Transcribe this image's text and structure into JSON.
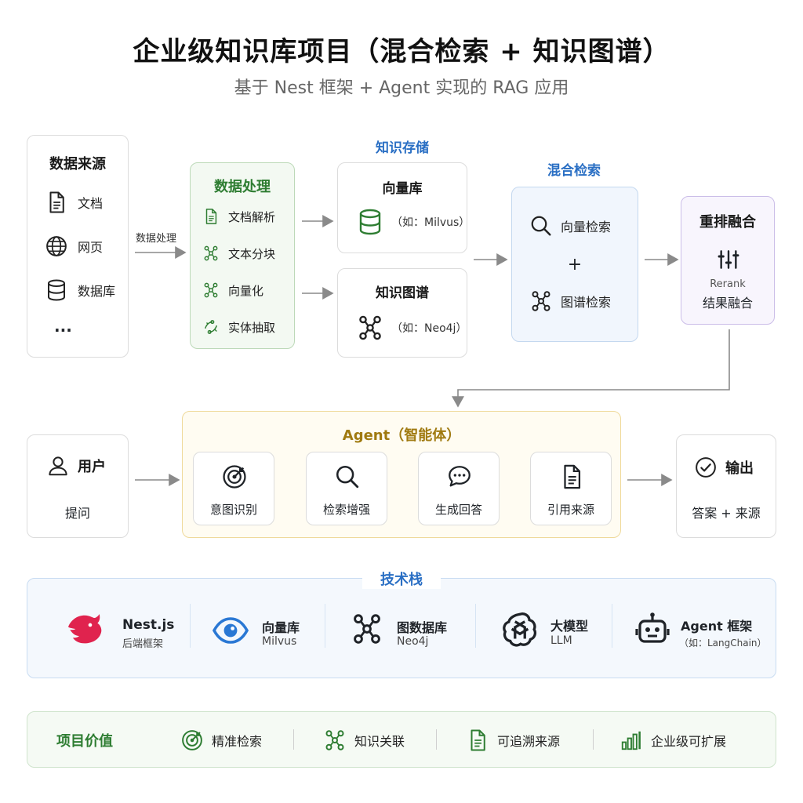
{
  "header": {
    "title": "企业级知识库项目（混合检索 + 知识图谱）",
    "subtitle": "基于 Nest 框架 + Agent 实现的 RAG 应用"
  },
  "sources": {
    "title": "数据来源",
    "items": [
      {
        "label": "文档",
        "icon": "document-icon"
      },
      {
        "label": "网页",
        "icon": "globe-icon"
      },
      {
        "label": "数据库",
        "icon": "database-icon"
      }
    ],
    "more": "···"
  },
  "arrow_label": "数据处理",
  "processing": {
    "title": "数据处理",
    "items": [
      {
        "label": "文档解析",
        "icon": "document-icon"
      },
      {
        "label": "文本分块",
        "icon": "nodes-icon"
      },
      {
        "label": "向量化",
        "icon": "nodes-icon"
      },
      {
        "label": "实体抽取",
        "icon": "extract-icon"
      }
    ]
  },
  "storage": {
    "section": "知识存储",
    "vector": {
      "title": "向量库",
      "note": "（如：Milvus）"
    },
    "graph": {
      "title": "知识图谱",
      "note": "（如：Neo4j）"
    }
  },
  "hybrid": {
    "section": "混合检索",
    "vector_search": "向量检索",
    "plus": "+",
    "graph_search": "图谱检索"
  },
  "rerank": {
    "title": "重排融合",
    "en": "Rerank",
    "desc": "结果融合"
  },
  "user": {
    "title": "用户",
    "desc": "提问"
  },
  "agent": {
    "title": "Agent（智能体）",
    "steps": [
      {
        "label": "意图识别",
        "icon": "target-icon"
      },
      {
        "label": "检索增强",
        "icon": "search-icon"
      },
      {
        "label": "生成回答",
        "icon": "chat-icon"
      },
      {
        "label": "引用来源",
        "icon": "document-icon"
      }
    ]
  },
  "output": {
    "title": "输出",
    "desc": "答案 + 来源"
  },
  "tech": {
    "section": "技术栈",
    "items": [
      {
        "name": "Nest.js",
        "sub": "后端框架",
        "icon": "nest-logo-icon"
      },
      {
        "name": "向量库",
        "sub": "Milvus",
        "icon": "eye-icon"
      },
      {
        "name": "图数据库",
        "sub": "Neo4j",
        "icon": "nodes-icon"
      },
      {
        "name": "大模型",
        "sub": "LLM",
        "icon": "llm-logo-icon"
      },
      {
        "name": "Agent 框架",
        "sub": "（如：LangChain）",
        "icon": "robot-icon"
      }
    ]
  },
  "value": {
    "title": "项目价值",
    "items": [
      {
        "label": "精准检索",
        "icon": "target-icon"
      },
      {
        "label": "知识关联",
        "icon": "nodes-icon"
      },
      {
        "label": "可追溯来源",
        "icon": "document-icon"
      },
      {
        "label": "企业级可扩展",
        "icon": "bar-chart-icon"
      }
    ]
  },
  "colors": {
    "green_accent": "#2e7d32",
    "blue_accent": "#2a6fc4",
    "gold_accent": "#a07a10",
    "purple_border": "#cbbde8",
    "arrow": "#8a8a8a"
  }
}
